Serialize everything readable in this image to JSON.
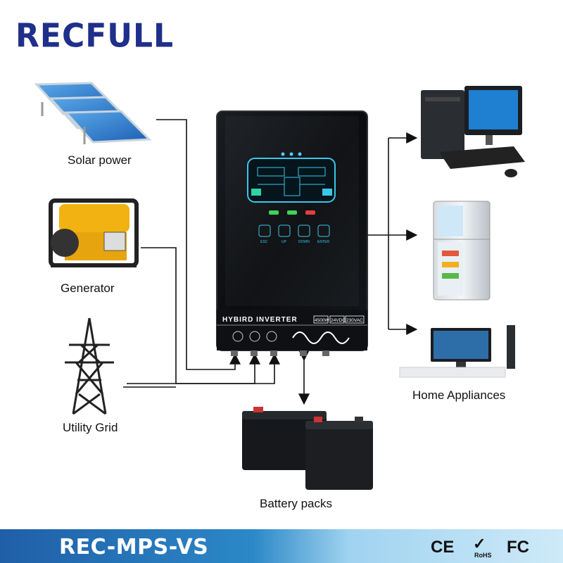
{
  "brand": {
    "logo_text": "RECFULL"
  },
  "sources": {
    "solar_label": "Solar power",
    "generator_label": "Generator",
    "grid_label": "Utility Grid"
  },
  "inverter": {
    "title": "HYBIRD INVERTER",
    "spec_power": "4500W",
    "spec_dc": "24VDC",
    "spec_ac": "230VAC",
    "buttons": [
      "ESC",
      "UP",
      "DOWN",
      "ENTER"
    ]
  },
  "loads": {
    "appliances_label": "Home Appliances"
  },
  "battery": {
    "label": "Battery packs"
  },
  "footer": {
    "model": "REC-MPS-VS",
    "certifications": [
      "CE",
      "RoHS",
      "FC"
    ]
  },
  "colors": {
    "brand_blue": "#1f2f8a",
    "brand_orange": "#f0a01c",
    "footer_blue": "#1f5fa8",
    "inverter_body": "#0b0d10",
    "display_cyan": "#38c8e8"
  }
}
